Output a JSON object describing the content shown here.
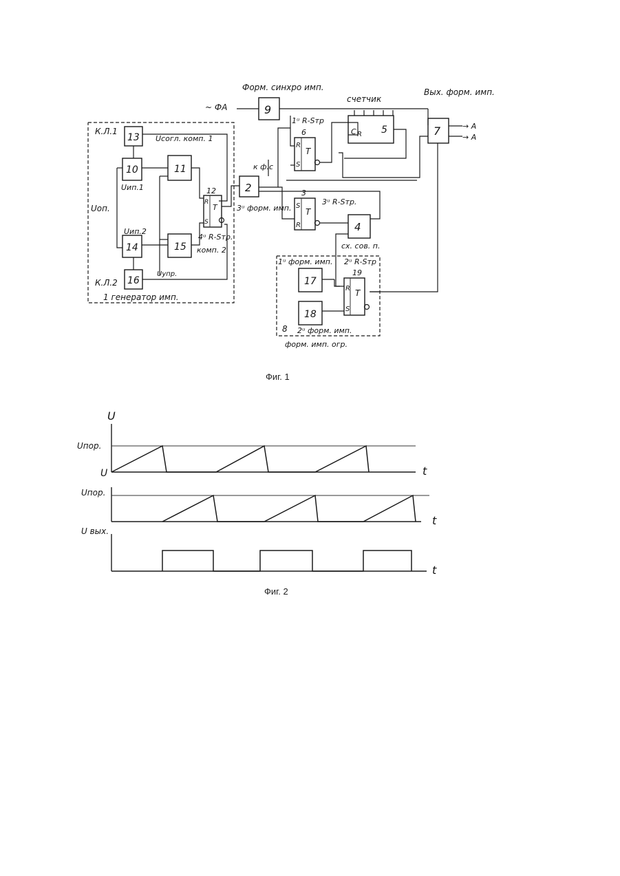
{
  "fig1": {
    "caption": "Фиг. 1",
    "labels": {
      "sync_former": "Форм. синхро имп.",
      "fa": "~ ФА",
      "counter": "счетчик",
      "output_former": "Вых. форм. имп.",
      "out_a1": "→ А",
      "out_a2": "→ А",
      "kl1": "К.Л.1",
      "ucomp1": "Uсогл. комп. 1",
      "uon": "Uоп.",
      "uip1": "Uип.1",
      "uip2": "Uип.2",
      "kl2": "К.Л.2",
      "generator": "1 генератор имп.",
      "rs4": "4ᵘ R-Sтр.",
      "comp2": "комп. 2",
      "upr": "Uупр.",
      "kphc": "к ф.с",
      "former3": "3ᵘ форм. имп.",
      "rs1": "1ᵘ R-Sтр",
      "rs3": "3ᵘ R-Sтр.",
      "sum_node": "сх. сов. п.",
      "former1": "1ᵘ форм. имп.",
      "rs2": "2ᵘ R-Sтр",
      "former2": "2ᵘ форм. имп.",
      "block8": "8",
      "restriction": "форм. имп. огр."
    },
    "blocks": {
      "b9": "9",
      "b13": "13",
      "b10": "10",
      "b11": "11",
      "b12": "12",
      "b2": "2",
      "b6": "6",
      "b5": "5",
      "b7": "7",
      "b3": "3",
      "b4": "4",
      "b14": "14",
      "b15": "15",
      "b16": "16",
      "b17": "17",
      "b18": "18",
      "b19": "19"
    },
    "pins": {
      "S": "S",
      "R": "R",
      "T": "T",
      "C": "C",
      "Rc": "R"
    }
  },
  "fig2": {
    "caption": "Фиг. 2",
    "labels": {
      "u_axis": "U",
      "u_threshold1": "Uпор.",
      "u_zero": "U",
      "t1": "t",
      "u_threshold2": "Uпор.",
      "t2": "t",
      "u_out": "U вых.",
      "t3": "t"
    }
  }
}
